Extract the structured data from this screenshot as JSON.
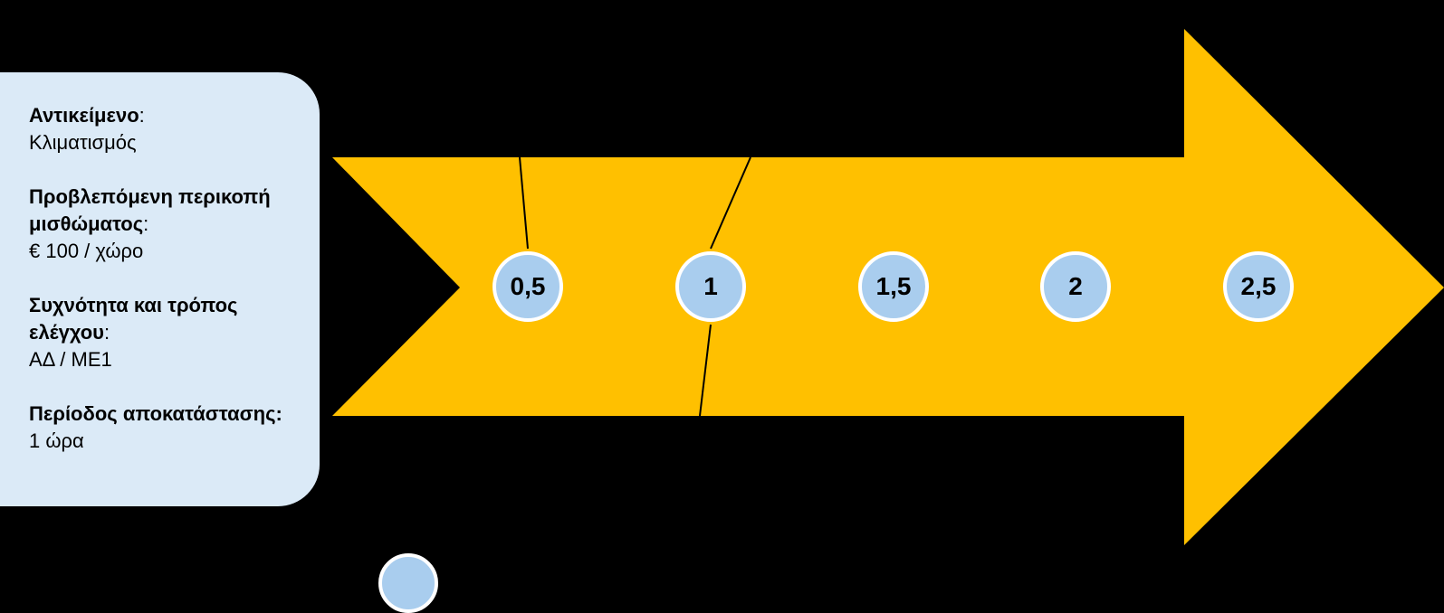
{
  "colors": {
    "background": "#000000",
    "arrow": "#ffc000",
    "info_box": "#dbeaf7",
    "marker_fill": "#a9cdee",
    "marker_border": "#ffffff",
    "connector": "#000000"
  },
  "info_box": {
    "groups": [
      {
        "label": "Αντικείμενο",
        "sep": ":",
        "value": "Κλιματισμός"
      },
      {
        "label": "Προβλεπόμενη περικοπή μισθώματος",
        "sep": ":",
        "value": "€ 100 / χώρο"
      },
      {
        "label": "Συχνότητα και τρόπος ελέγχου",
        "sep": ":",
        "value": "ΑΔ / ΜΕ1"
      },
      {
        "label": "Περίοδος αποκατάστασης:",
        "sep": "",
        "value": "1 ώρα"
      }
    ]
  },
  "timeline": {
    "markers": [
      {
        "label": "0,5"
      },
      {
        "label": "1"
      },
      {
        "label": "1,5"
      },
      {
        "label": "2"
      },
      {
        "label": "2,5"
      }
    ]
  }
}
